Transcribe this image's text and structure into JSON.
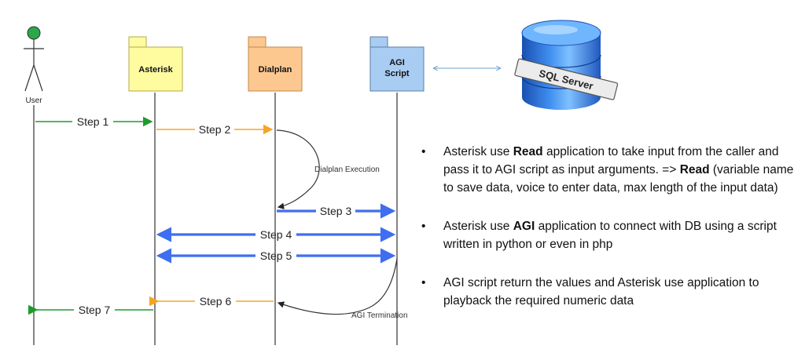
{
  "actor": {
    "label": "User"
  },
  "packages": {
    "asterisk": {
      "label": "Asterisk",
      "fill": "#fffca0",
      "stroke": "#b5a94a"
    },
    "dialplan": {
      "label": "Dialplan",
      "fill": "#fcc890",
      "stroke": "#c08a4a"
    },
    "agi": {
      "label_line1": "AGI",
      "label_line2": "Script",
      "fill": "#a9cdf2",
      "stroke": "#5a7ea8"
    }
  },
  "database": {
    "label": "SQL Server"
  },
  "steps": {
    "step1": "Step 1",
    "step2": "Step 2",
    "step3": "Step 3",
    "step4": "Step 4",
    "step5": "Step 5",
    "step6": "Step 6",
    "step7": "Step 7"
  },
  "notes": {
    "dialplan_execution": "Dialplan Execution",
    "agi_termination": "AGI Termination"
  },
  "colors": {
    "green": "#1f9a2e",
    "orange": "#f5a524",
    "blue": "#3f6ef0",
    "link": "#6aa0d0"
  },
  "bullets": {
    "b1": {
      "t1": "Asterisk use ",
      "k1": "Read",
      "t2": " application to take input from the caller and pass it to AGI script as input arguments. => ",
      "k2": "Read",
      "t3": " (variable name to save data, voice to enter data, max length of the input data)"
    },
    "b2": {
      "t1": "Asterisk use ",
      "k1": "AGI",
      "t2": " application to connect with DB using a script written in python or even in php"
    },
    "b3": {
      "t1": "AGI script return the values and Asterisk use application to playback the required numeric data"
    }
  }
}
